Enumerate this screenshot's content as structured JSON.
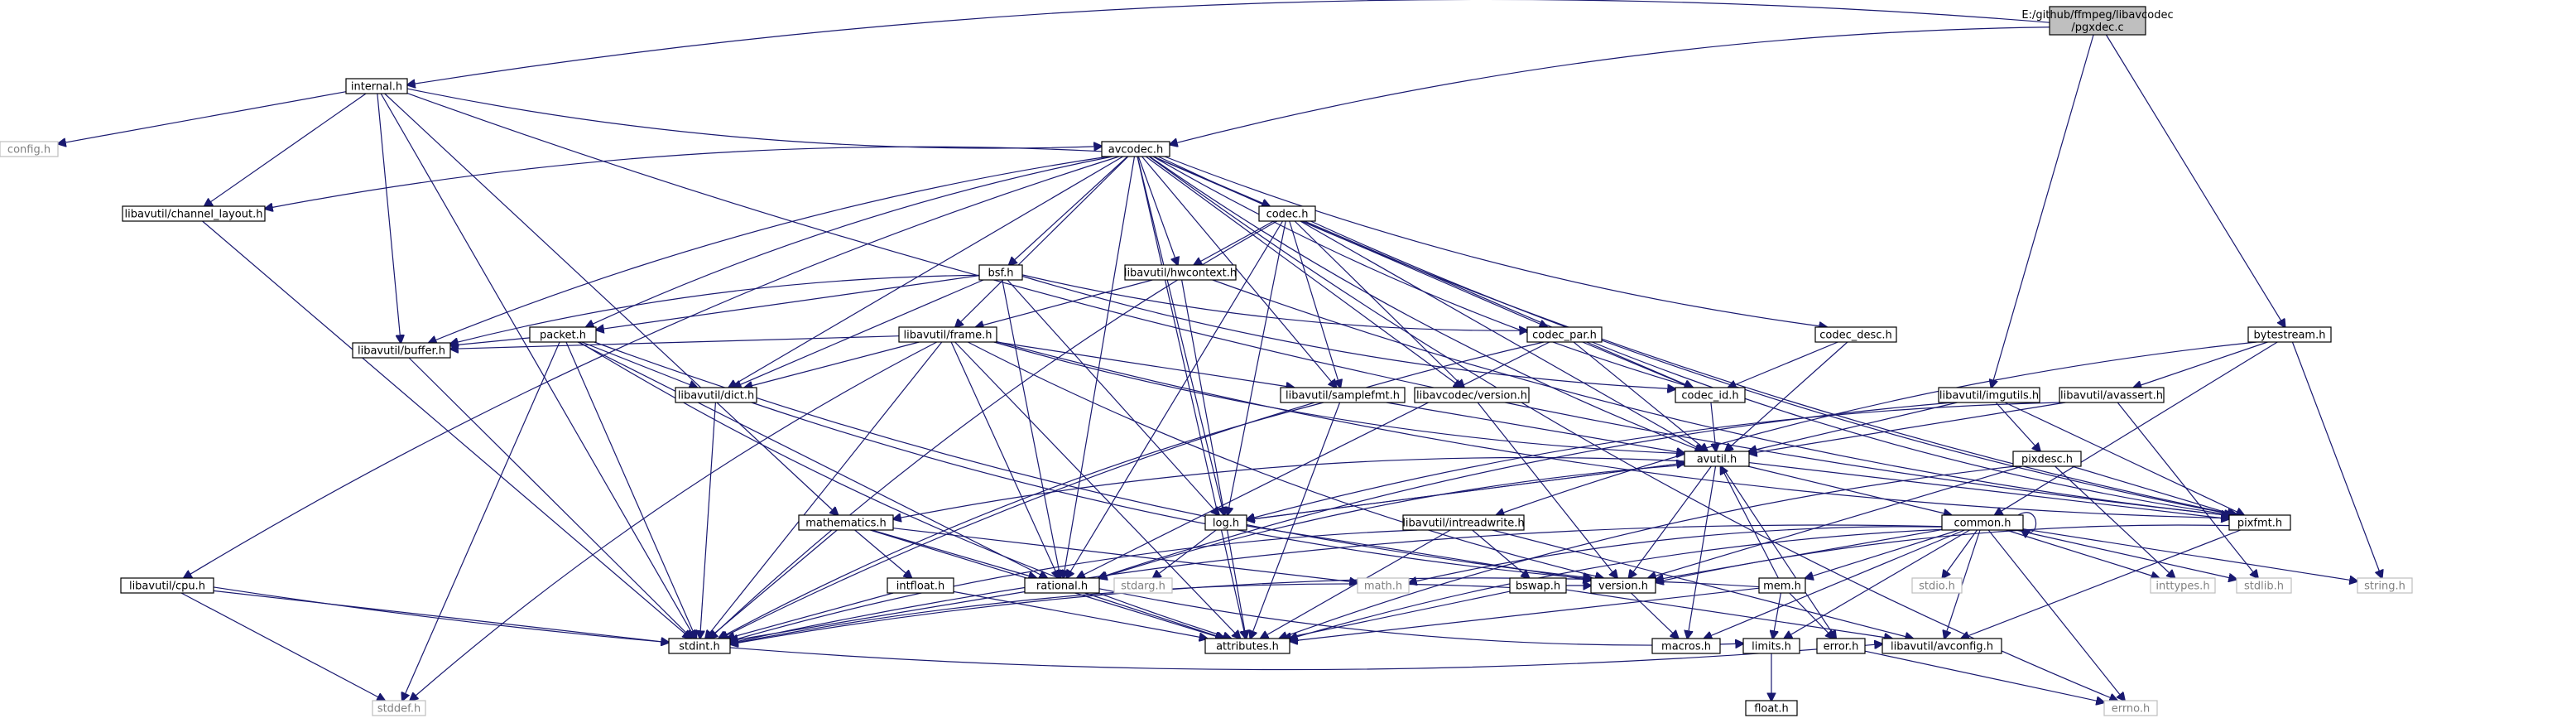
{
  "nodes": {
    "pgxdec": [
      "E:/github/ffmpeg/libavcodec",
      "/pgxdec.c"
    ],
    "internal": "internal.h",
    "config": "config.h",
    "avcodec": "avcodec.h",
    "channel_layout": "libavutil/channel_layout.h",
    "cpu": "libavutil/cpu.h",
    "codec": "codec.h",
    "hwcontext": "libavutil/hwcontext.h",
    "bsf": "bsf.h",
    "frame": "libavutil/frame.h",
    "packet": "packet.h",
    "buffer": "libavutil/buffer.h",
    "dict": "libavutil/dict.h",
    "codec_par": "codec_par.h",
    "codec_desc": "codec_desc.h",
    "samplefmt": "libavutil/samplefmt.h",
    "lavc_version": "libavcodec/version.h",
    "codec_id": "codec_id.h",
    "bytestream": "bytestream.h",
    "imgutils": "libavutil/imgutils.h",
    "avassert": "libavutil/avassert.h",
    "pixdesc": "pixdesc.h",
    "avutil": "avutil.h",
    "mathematics": "mathematics.h",
    "log": "log.h",
    "intreadwrite": "libavutil/intreadwrite.h",
    "common": "common.h",
    "pixfmt": "pixfmt.h",
    "intfloat": "intfloat.h",
    "rational": "rational.h",
    "stdarg": "stdarg.h",
    "math": "math.h",
    "bswap": "bswap.h",
    "version": "version.h",
    "mem": "mem.h",
    "stdio": "stdio.h",
    "inttypes": "inttypes.h",
    "stdlib": "stdlib.h",
    "string": "string.h",
    "stdint": "stdint.h",
    "attributes": "attributes.h",
    "macros": "macros.h",
    "limits": "limits.h",
    "error": "error.h",
    "avconfig": "libavutil/avconfig.h",
    "stddef": "stddef.h",
    "errno": "errno.h",
    "float": "float.h"
  }
}
